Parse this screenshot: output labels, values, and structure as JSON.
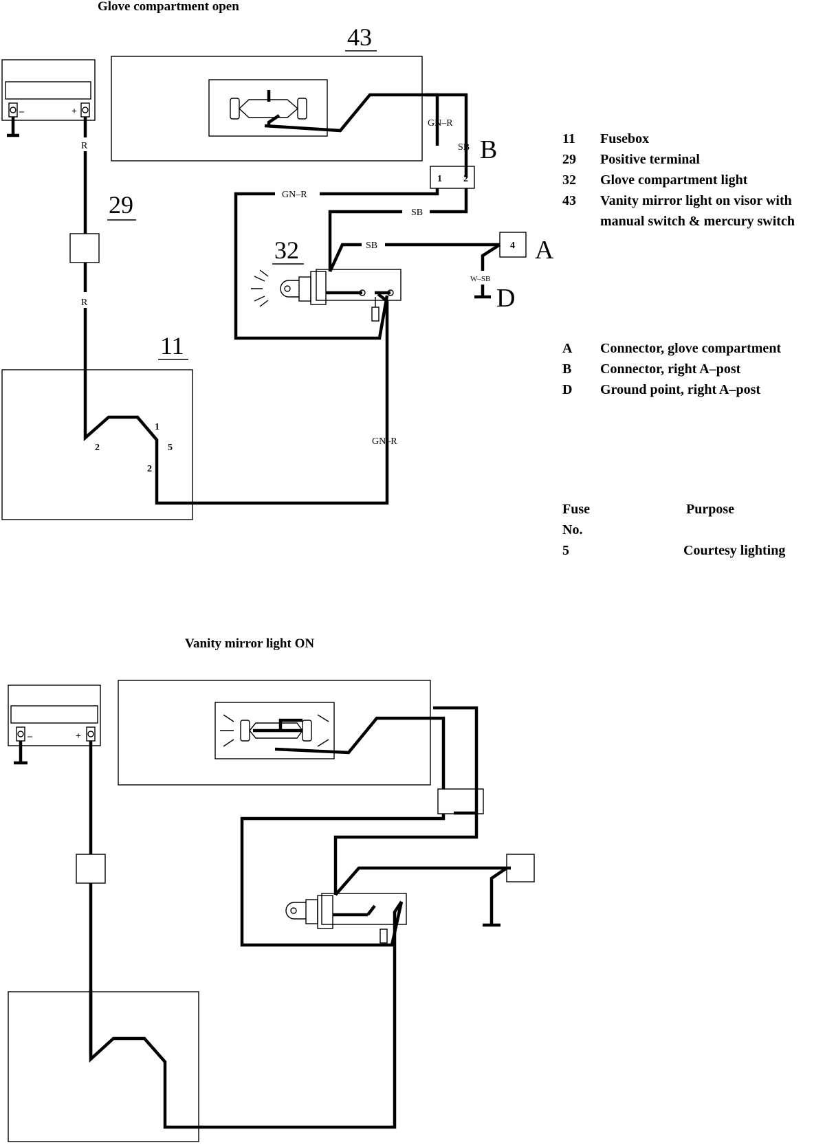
{
  "diagram1": {
    "title": "Glove compartment open",
    "component_numbers": {
      "c43": "43",
      "c29": "29",
      "c32": "32",
      "c11": "11"
    },
    "connector_letters": {
      "a": "A",
      "b": "B",
      "d": "D"
    },
    "wire_labels": {
      "r_top": "R",
      "r_bottom": "R",
      "gnr_vertical": "GN–R",
      "sb_vertical": "SB",
      "gnr_horizontal": "GN–R",
      "sb_upper": "SB",
      "sb_lower": "SB",
      "wsb": "W–SB",
      "gnr_right": "GN–R"
    },
    "pin_labels": {
      "b_pin1": "1",
      "b_pin2": "2",
      "a_pin": "4",
      "fuse_in": "2",
      "fuse_a": "1",
      "fuse_b": "5",
      "fuse_out": "2"
    },
    "terminal_signs": {
      "neg": "–",
      "pos": "+"
    }
  },
  "legend_components": [
    {
      "code": "11",
      "desc": "Fusebox"
    },
    {
      "code": "29",
      "desc": "Positive terminal"
    },
    {
      "code": "32",
      "desc": "Glove compartment light"
    },
    {
      "code": "43",
      "desc": "Vanity mirror light on visor with manual switch & mercury switch"
    }
  ],
  "legend_connectors": [
    {
      "code": "A",
      "desc": "Connector, glove compartment"
    },
    {
      "code": "B",
      "desc": "Connector, right A–post"
    },
    {
      "code": "D",
      "desc": "Ground point, right A–post"
    }
  ],
  "fuse_table": {
    "header_fuse": "Fuse",
    "header_no": "No.",
    "header_purpose": "Purpose",
    "rows": [
      {
        "fuse": "5",
        "purpose": "Courtesy lighting"
      }
    ]
  },
  "diagram2": {
    "title": "Vanity mirror light ON",
    "terminal_signs": {
      "neg": "–",
      "pos": "+"
    }
  }
}
